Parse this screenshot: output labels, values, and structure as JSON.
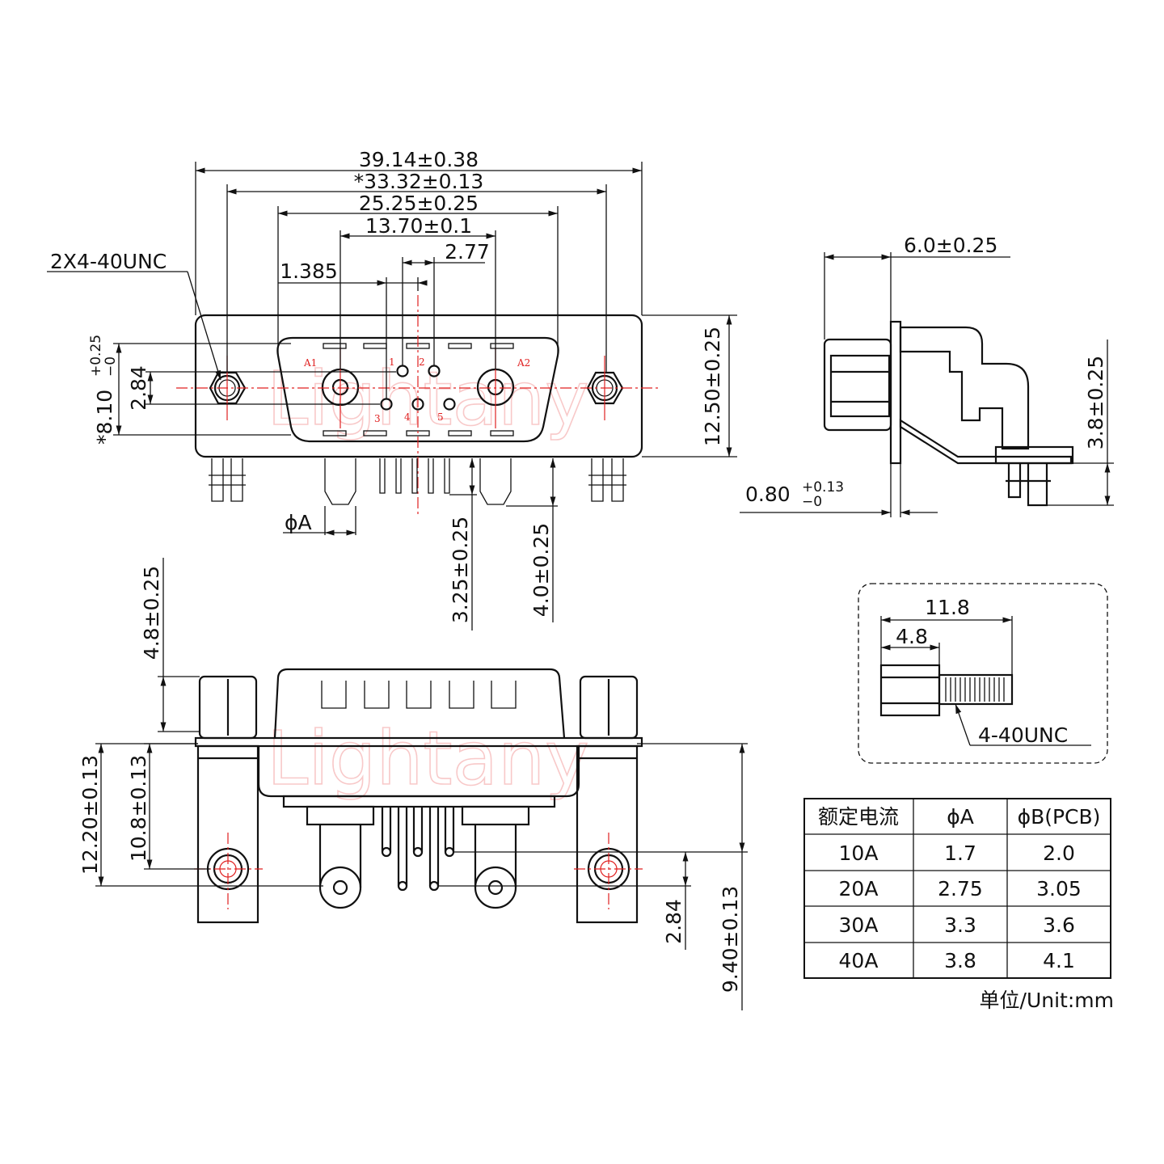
{
  "watermark": "Lightany",
  "front_view": {
    "dim_overall": "39.14±0.38",
    "dim_mount": "*33.32±0.13",
    "dim_shell": "25.25±0.25",
    "dim_contacts": "13.70±0.1",
    "dim_pitch_277": "2.77",
    "dim_pitch_1385": "1.385",
    "screw_callout": "2X4-40UNC",
    "dim_height_outer": "12.50±0.25",
    "dim_shell_height": "*8.10",
    "dim_shell_height_tol_plus": "+0.25",
    "dim_shell_height_tol_minus": "−0",
    "dim_row_offset": "2.84",
    "dim_phiA": "ϕA",
    "dim_pin_len_signal": "3.25±0.25",
    "dim_pin_len_power": "4.0±0.25",
    "pin_labels": [
      "A1",
      "1",
      "2",
      "A2",
      "3",
      "4",
      "5"
    ]
  },
  "side_view": {
    "dim_depth": "6.0±0.25",
    "dim_plate": "0.80",
    "dim_plate_tol_plus": "+0.13",
    "dim_plate_tol_minus": "−0",
    "dim_height": "3.8±0.25"
  },
  "screw_detail": {
    "dim_total": "11.8",
    "dim_hex": "4.8",
    "thread": "4-40UNC"
  },
  "bottom_view": {
    "dim_hex_height": "4.8±0.25",
    "dim_12_20": "12.20±0.13",
    "dim_10_8": "10.8±0.13",
    "dim_2_84": "2.84",
    "dim_9_40": "9.40±0.13"
  },
  "spec_table": {
    "headers": [
      "额定电流",
      "ϕA",
      "ϕB(PCB)"
    ],
    "rows": [
      [
        "10A",
        "1.7",
        "2.0"
      ],
      [
        "20A",
        "2.75",
        "3.05"
      ],
      [
        "30A",
        "3.3",
        "3.6"
      ],
      [
        "40A",
        "3.8",
        "4.1"
      ]
    ],
    "unit_note": "单位/Unit:mm"
  }
}
